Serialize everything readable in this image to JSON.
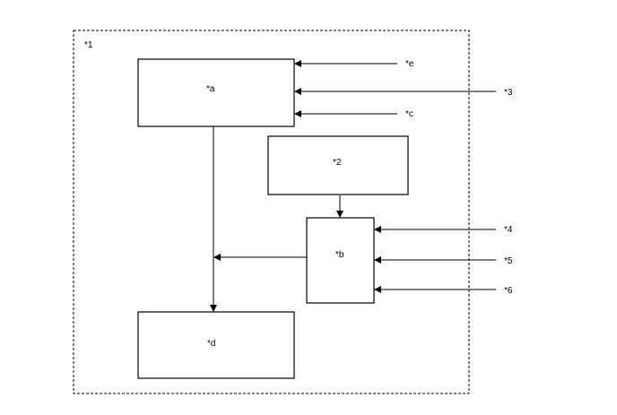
{
  "diagram": {
    "boundary_label": "*1",
    "boxes": {
      "a": "*a",
      "two": "*2",
      "b": "*b",
      "d": "*d"
    },
    "inputs": {
      "e": "*e",
      "three": "*3",
      "c": "*c",
      "four": "*4",
      "five": "*5",
      "six": "*6"
    },
    "colors": {
      "line": "#000000",
      "background": "#ffffff"
    }
  }
}
